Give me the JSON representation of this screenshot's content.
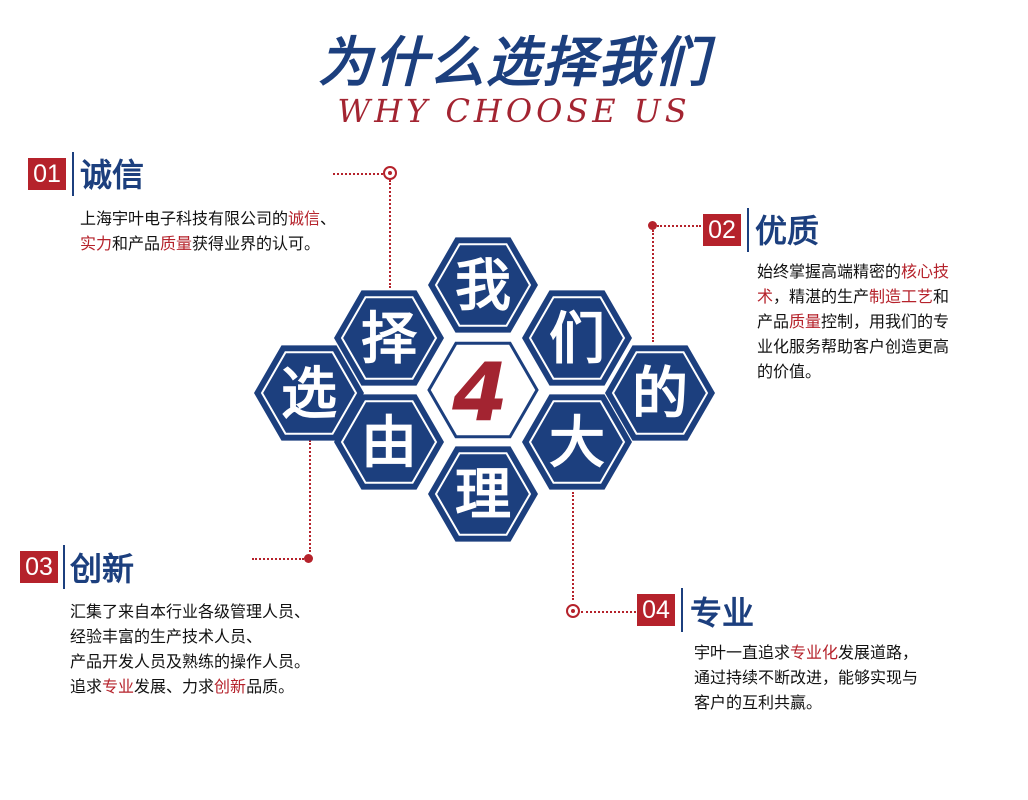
{
  "header": {
    "title_cn": "为什么选择我们",
    "title_en": "WHY CHOOSE US"
  },
  "center": {
    "chars": [
      "我",
      "择",
      "们",
      "选",
      "的",
      "由",
      "大",
      "理"
    ],
    "number": "4"
  },
  "sections": [
    {
      "num": "01",
      "heading": "诚信",
      "lines": [
        [
          {
            "t": "上海宇叶电子科技有限公司的"
          },
          {
            "t": "诚信",
            "hl": true
          },
          {
            "t": "、"
          }
        ],
        [
          {
            "t": "实力",
            "hl": true
          },
          {
            "t": "和产品"
          },
          {
            "t": "质量",
            "hl": true
          },
          {
            "t": "获得业界的认可。"
          }
        ]
      ]
    },
    {
      "num": "02",
      "heading": "优质",
      "lines": [
        [
          {
            "t": "始终掌握高端精密的"
          },
          {
            "t": "核心技",
            "hl": true
          }
        ],
        [
          {
            "t": "术",
            "hl": true
          },
          {
            "t": "，精湛的生产"
          },
          {
            "t": "制造工艺",
            "hl": true
          },
          {
            "t": "和"
          }
        ],
        [
          {
            "t": "产品"
          },
          {
            "t": "质量",
            "hl": true
          },
          {
            "t": "控制，用我们的专"
          }
        ],
        [
          {
            "t": "业化服务帮助客户创造更高"
          }
        ],
        [
          {
            "t": "的价值。"
          }
        ]
      ]
    },
    {
      "num": "03",
      "heading": "创新",
      "lines": [
        [
          {
            "t": "汇集了来自本行业各级管理人员、"
          }
        ],
        [
          {
            "t": "经验丰富的生产技术人员、"
          }
        ],
        [
          {
            "t": "产品开发人员及熟练的操作人员。"
          }
        ],
        [
          {
            "t": "追求"
          },
          {
            "t": "专业",
            "hl": true
          },
          {
            "t": "发展、力求"
          },
          {
            "t": "创新",
            "hl": true
          },
          {
            "t": "品质。"
          }
        ]
      ]
    },
    {
      "num": "04",
      "heading": "专业",
      "lines": [
        [
          {
            "t": "宇叶一直追求"
          },
          {
            "t": "专业化",
            "hl": true
          },
          {
            "t": "发展道路，"
          }
        ],
        [
          {
            "t": "通过持续不断改进，能够实现与"
          }
        ],
        [
          {
            "t": "客户的互利共赢。"
          }
        ]
      ]
    }
  ],
  "colors": {
    "navy": "#1c3f7e",
    "red": "#b5222b",
    "white": "#ffffff"
  }
}
